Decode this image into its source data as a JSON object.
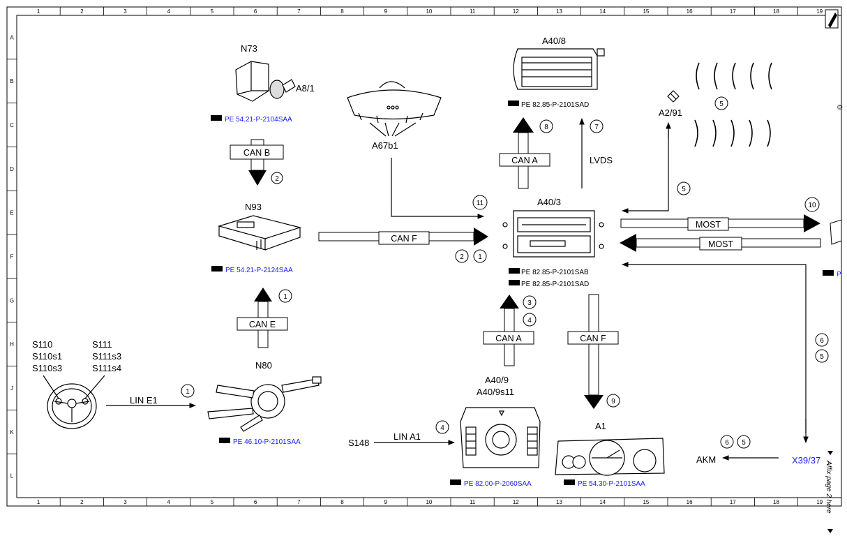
{
  "grid": {
    "columns": [
      "1",
      "2",
      "3",
      "4",
      "5",
      "6",
      "7",
      "8",
      "9",
      "10",
      "11",
      "12",
      "13",
      "14",
      "15",
      "16",
      "17",
      "18",
      "19"
    ],
    "rows": [
      "A",
      "B",
      "C",
      "D",
      "E",
      "F",
      "G",
      "H",
      "J",
      "K",
      "L"
    ]
  },
  "components": {
    "n73": "N73",
    "a8_1": "A8/1",
    "n93": "N93",
    "n80": "N80",
    "a67b1": "A67b1",
    "a40_8": "A40/8",
    "a40_3": "A40/3",
    "a2_91": "A2/91",
    "a40_9": "A40/9",
    "a40_9s11": "A40/9s11",
    "a1": "A1",
    "s110": "S110",
    "s110s1": "S110s1",
    "s110s3": "S110s3",
    "s111": "S111",
    "s111s3": "S111s3",
    "s111s4": "S111s4",
    "s148": "S148",
    "akm": "AKM",
    "x39_37": "X39/37"
  },
  "references": {
    "n73": "PE 54.21-P-2104SAA",
    "n93": "PE 54.21-P-2124SAA",
    "n80": "PE 46.10-P-2101SAA",
    "a40_8": "PE 82.85-P-2101SAD",
    "a40_3_1": "PE 82.85-P-2101SAB",
    "a40_3_2": "PE 82.85-P-2101SAD",
    "a40_9": "PE 82.00-P-2060SAA",
    "a1": "PE 54.30-P-2101SAA",
    "right_cut": "P"
  },
  "buses": {
    "can_b": "CAN B",
    "can_f_left": "CAN F",
    "can_e": "CAN E",
    "lin_e1": "LIN E1",
    "lin_a1": "LIN A1",
    "can_a_top": "CAN A",
    "can_a_bottom": "CAN A",
    "can_f_bottom": "CAN F",
    "lvds": "LVDS",
    "most_top": "MOST",
    "most_bottom": "MOST"
  },
  "markers": {
    "m_canb": "2",
    "m_n93_in": "1",
    "m_lin_e1": "1",
    "m_a67": "11",
    "m_canf_2": "2",
    "m_canf_1": "1",
    "m_cana_8": "8",
    "m_lvds_7": "7",
    "m_radio_5": "5",
    "m_a2_5": "5",
    "m_most_10": "10",
    "m_cana_3": "3",
    "m_cana_4": "4",
    "m_lin_a1_4": "4",
    "m_canf_9": "9",
    "m_x39_6": "6",
    "m_x39_5": "5",
    "m_akm_6": "6",
    "m_akm_5": "5"
  },
  "margin_note": "Affix page 2 here"
}
